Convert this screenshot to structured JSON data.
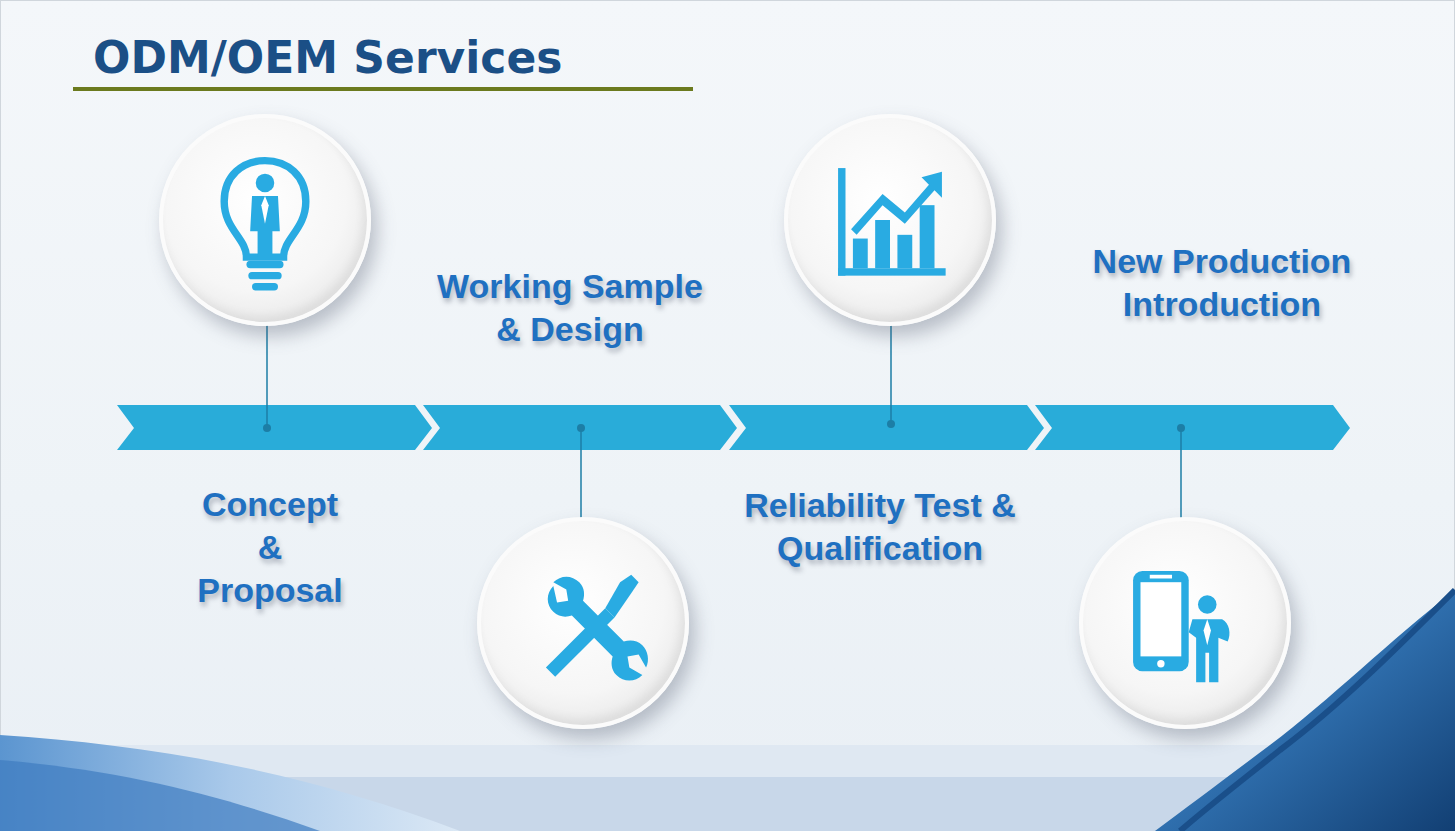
{
  "diagram": {
    "title": "ODM/OEM Services",
    "nodes": [
      {
        "text": [
          "Concept & Proposal"
        ]
      },
      {
        "text": [
          "Working Sample & Design"
        ]
      },
      {
        "text": [
          "Reliability Test & Qualification"
        ]
      },
      {
        "text": [
          "New Production Introduction"
        ]
      }
    ]
  }
}
